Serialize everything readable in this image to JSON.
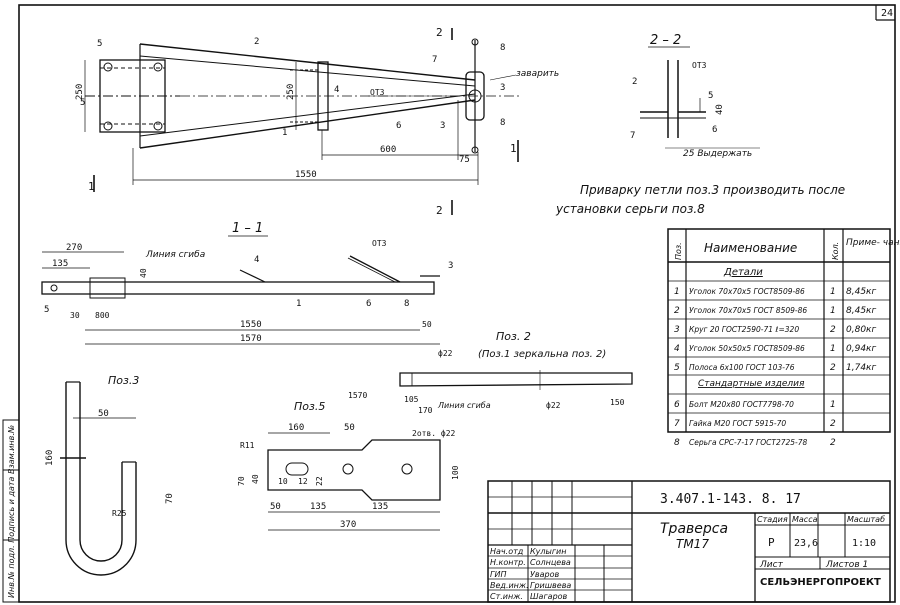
{
  "sheet": {
    "page_number": "24",
    "side_label": "Инв.№ подл.   Подпись и дата   Взам.инв.№"
  },
  "plan_view": {
    "dims": {
      "d250_left": "250",
      "d250_mid": "250",
      "d600": "600",
      "d75": "75",
      "d1550": "1550"
    },
    "labels": {
      "otz": "ОТЗ",
      "weld": "заварить"
    },
    "section_marks": {
      "s1": "1",
      "s2": "2"
    },
    "callouts": [
      "5",
      "5",
      "2",
      "4",
      "7",
      "8",
      "3",
      "3",
      "6",
      "8",
      "1"
    ]
  },
  "section_2_2": {
    "title": "2 – 2",
    "otz": "ОТЗ",
    "dim40": "40",
    "dim25": "25 Выдержать",
    "callouts": [
      "2",
      "7",
      "5",
      "6"
    ]
  },
  "note": {
    "line1": "Приварку петли поз.3 производить после",
    "line2": "установки серьги поз.8"
  },
  "section_1_1": {
    "title": "1 – 1",
    "bend_line": "Линия сгиба",
    "otz": "ОТЗ",
    "dims": {
      "d270": "270",
      "d135": "135",
      "d40": "40",
      "d30": "30",
      "d800": "800",
      "d1550": "1550",
      "d50": "50",
      "d1570": "1570"
    },
    "callouts": [
      "4",
      "3",
      "5",
      "1",
      "6",
      "8"
    ]
  },
  "pos2": {
    "title": "Поз. 2",
    "subtitle": "(Поз.1 зеркальна поз. 2)",
    "bend_line": "Линия сгиба",
    "dims": {
      "d22a": "ф22",
      "d22b": "ф22",
      "d1570": "1570",
      "d105": "105",
      "d170": "170",
      "d150": "150"
    }
  },
  "pos3": {
    "title": "Поз.3",
    "dims": {
      "d50": "50",
      "d160": "160",
      "d70": "70",
      "dR25": "R25"
    }
  },
  "pos5": {
    "title": "Поз.5",
    "dims": {
      "d160": "160",
      "d50": "50",
      "dR11": "R11",
      "dHoles": "2отв. ф22",
      "d70": "70",
      "d40": "40",
      "d10": "10",
      "d12": "12",
      "d22": "22",
      "d100": "100",
      "d50b": "50",
      "d135a": "135",
      "d135b": "135",
      "d370": "370"
    }
  },
  "spec_table": {
    "headers": {
      "pos": "Поз.",
      "name": "Наименование",
      "qty": "Кол.",
      "note": "Приме- чание"
    },
    "section_details": "Детали",
    "section_standard": "Стандартные изделия",
    "rows": [
      {
        "pos": "1",
        "name": "Уголок 70х70х5 ГОСТ8509-86",
        "qty": "1",
        "note": "8,45кг"
      },
      {
        "pos": "2",
        "name": "Уголок 70х70х5 ГОСТ 8509-86",
        "qty": "1",
        "note": "8,45кг"
      },
      {
        "pos": "3",
        "name": "Круг 20 ГОСТ2590-71 ℓ=320",
        "qty": "2",
        "note": "0,80кг"
      },
      {
        "pos": "4",
        "name": "Уголок 50х50х5 ГОСТ8509-86",
        "qty": "1",
        "note": "0,94кг"
      },
      {
        "pos": "5",
        "name": "Полоса 6х100 ГОСТ 103-76",
        "qty": "2",
        "note": "1,74кг"
      },
      {
        "pos": "6",
        "name": "Болт М20х80 ГОСТ7798-70",
        "qty": "1",
        "note": ""
      },
      {
        "pos": "7",
        "name": "Гайка М20 ГОСТ 5915-70",
        "qty": "2",
        "note": ""
      },
      {
        "pos": "8",
        "name": "Серьга СРС-7-17 ГОСТ2725-78",
        "qty": "2",
        "note": ""
      }
    ]
  },
  "title_block": {
    "doc_code": "3.407.1-143. 8. 17",
    "title_line1": "Траверса",
    "title_line2": "ТМ17",
    "stage_label": "Стадия",
    "mass_label": "Масса",
    "scale_label": "Масштаб",
    "stage": "Р",
    "mass": "23,6",
    "scale": "1:10",
    "sheet_label": "Лист",
    "sheets_label": "Листов 1",
    "org": "СЕЛЬЭНЕРГОПРОЕКТ",
    "staff": [
      {
        "role": "Нач.отд",
        "name": "Кулыгин"
      },
      {
        "role": "Н.контр.",
        "name": "Солнцева"
      },
      {
        "role": "ГИП",
        "name": "Уваров"
      },
      {
        "role": "Вед.инж.",
        "name": "Гришвева"
      },
      {
        "role": "Ст.инж.",
        "name": "Шагаров"
      }
    ]
  }
}
